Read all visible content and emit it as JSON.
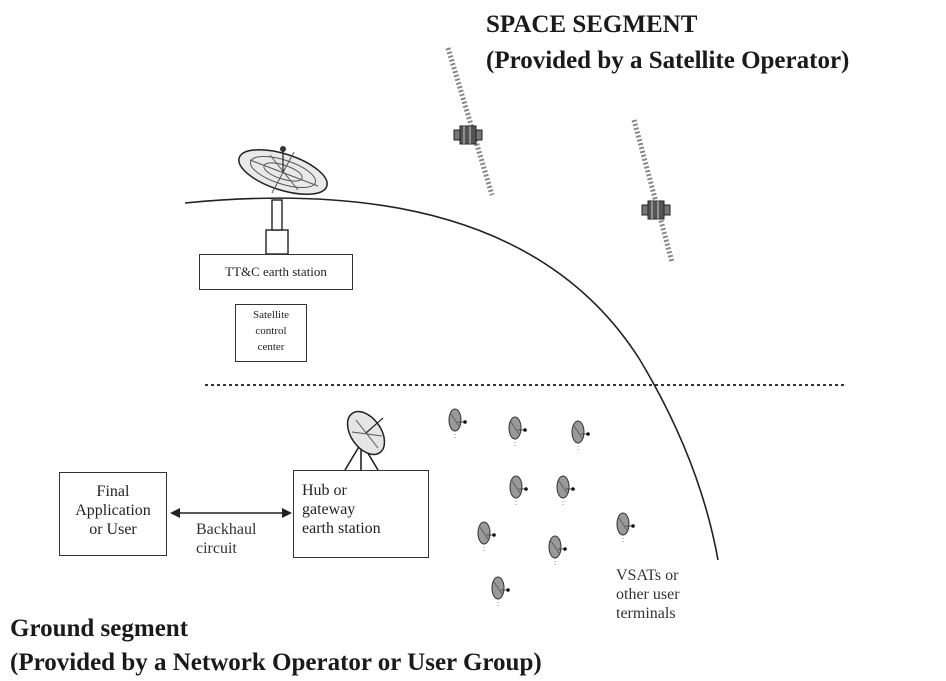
{
  "space_segment": {
    "title": "SPACE SEGMENT",
    "subtitle": "(Provided by a Satellite Operator)"
  },
  "ground_segment": {
    "title": "Ground segment",
    "subtitle": "(Provided by a Network Operator or User Group)"
  },
  "ttc_station": {
    "label": "TT&C earth station"
  },
  "control_center": {
    "lines": [
      "Satellite",
      "control",
      "center"
    ]
  },
  "final_application": {
    "lines": [
      "Final",
      "Application",
      "or User"
    ]
  },
  "backhaul": {
    "lines": [
      "Backhaul",
      "circuit"
    ]
  },
  "hub": {
    "lines": [
      "Hub or",
      "gateway",
      "earth station"
    ]
  },
  "vsats": {
    "lines": [
      "VSATs or",
      "other user",
      "terminals"
    ]
  },
  "icons": {
    "satellite": "satellite-icon",
    "dish_large": "satellite-dish-icon",
    "vsat": "vsat-terminal-icon"
  }
}
